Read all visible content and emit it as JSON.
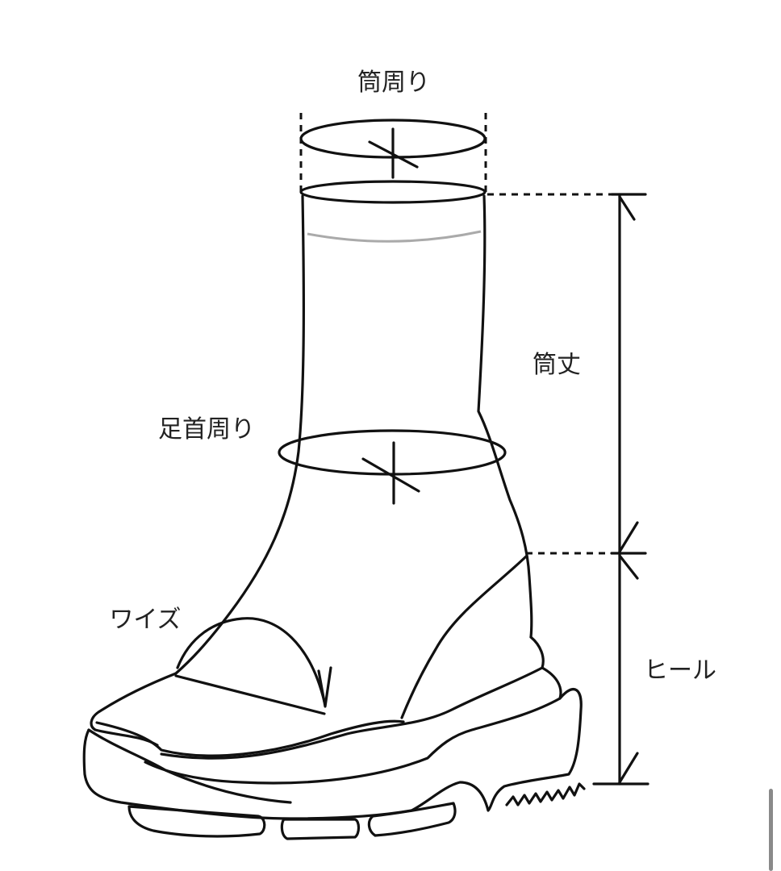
{
  "labels": {
    "shaft_circumference": "筒周り",
    "shaft_height": "筒丈",
    "ankle_circumference": "足首周り",
    "width": "ワイズ",
    "heel": "ヒール"
  },
  "colors": {
    "line": "#111111",
    "text": "#222222",
    "inner_line": "#aaaaaa",
    "background": "#ffffff"
  }
}
